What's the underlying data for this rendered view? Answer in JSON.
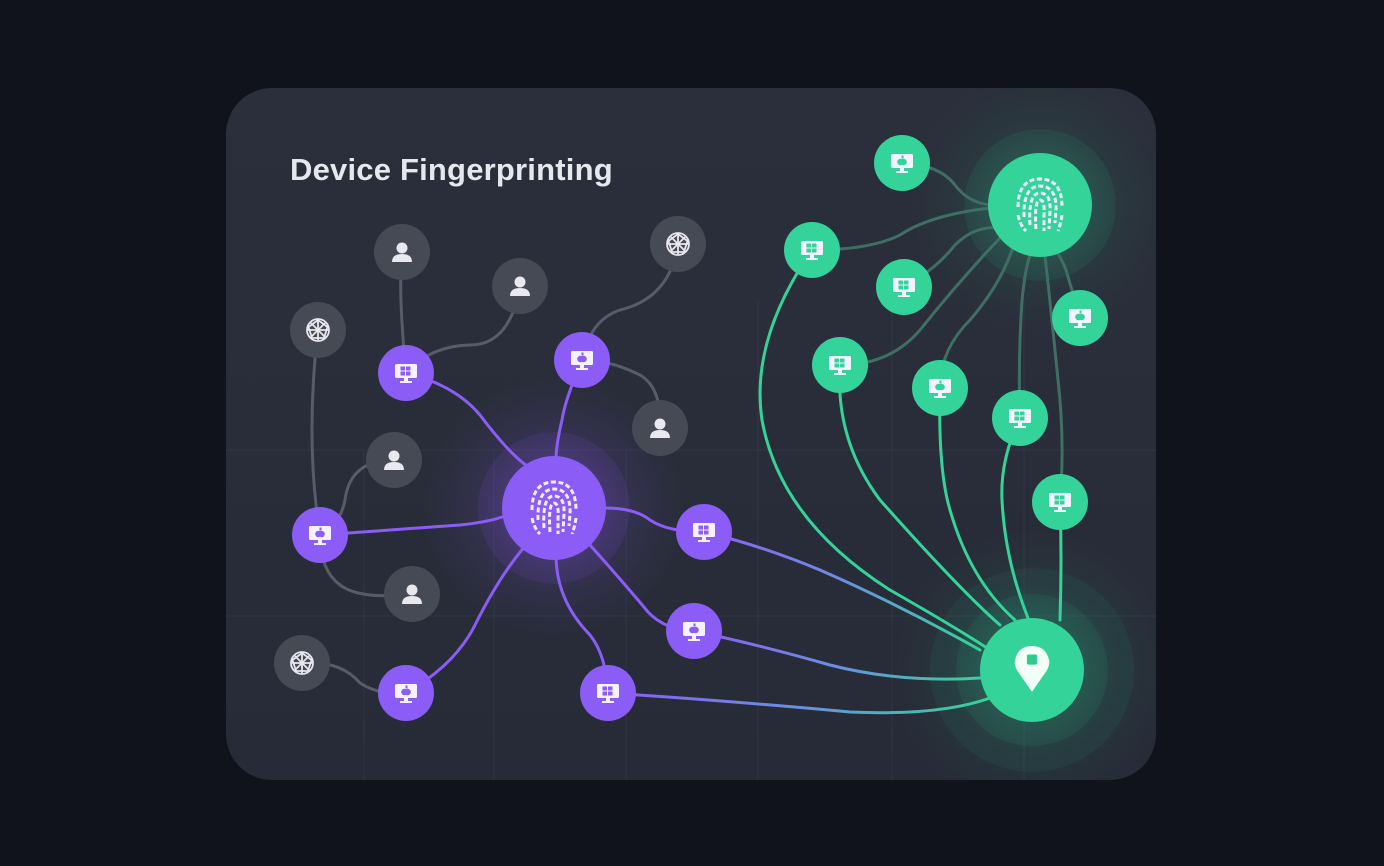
{
  "title": "Device Fingerprinting",
  "colors": {
    "background": "#10131c",
    "card": "#2a2e3a",
    "purple": "#8b5cf6",
    "green": "#34d399",
    "gray_node": "#464a55",
    "gray_edge": "#4a4f5c",
    "icon_light": "#ecebff"
  },
  "clusters": [
    {
      "name": "purple-fingerprint-cluster",
      "hub_icon": "fingerprint-icon",
      "color": "purple"
    },
    {
      "name": "green-fingerprint-cluster",
      "hub_icon": "fingerprint-icon",
      "color": "green"
    },
    {
      "name": "location-hub",
      "hub_icon": "map-pin-icon",
      "color": "green"
    }
  ],
  "node_types": [
    "fingerprint-icon",
    "map-pin-icon",
    "windows-monitor-icon",
    "apple-monitor-icon",
    "user-icon",
    "globe-icon"
  ]
}
